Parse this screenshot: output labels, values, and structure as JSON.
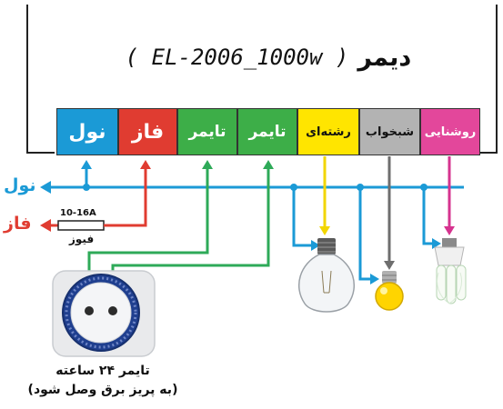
{
  "title": {
    "persian": "دیمر",
    "model": "( EL-2006_1000w )"
  },
  "terminals": [
    {
      "label": "نول",
      "color": "#1b9ad6"
    },
    {
      "label": "فاز",
      "color": "#e03c31"
    },
    {
      "label": "تایمر",
      "color": "#3dae48"
    },
    {
      "label": "تایمر",
      "color": "#3dae48"
    },
    {
      "label": "رشته‌ای",
      "color": "#ffe500"
    },
    {
      "label": "شبخواب",
      "color": "#b3b3b3"
    },
    {
      "label": "روشنایی",
      "color": "#e3479b"
    }
  ],
  "supply": {
    "neutral_label": "نول",
    "phase_label": "فاز"
  },
  "fuse": {
    "rating": "10-16A",
    "label": "فیوز"
  },
  "timer_caption": {
    "line1": "تایمر ۲۴ ساعته",
    "line2": "(به پریز برق وصل شود)"
  },
  "wire_colors": {
    "neutral": "#1b9ad6",
    "phase": "#e03c31",
    "timer": "#2eaa58",
    "incandescent": "#f2d600",
    "nightlight": "#6e6e6e",
    "lighting": "#d6338f"
  }
}
